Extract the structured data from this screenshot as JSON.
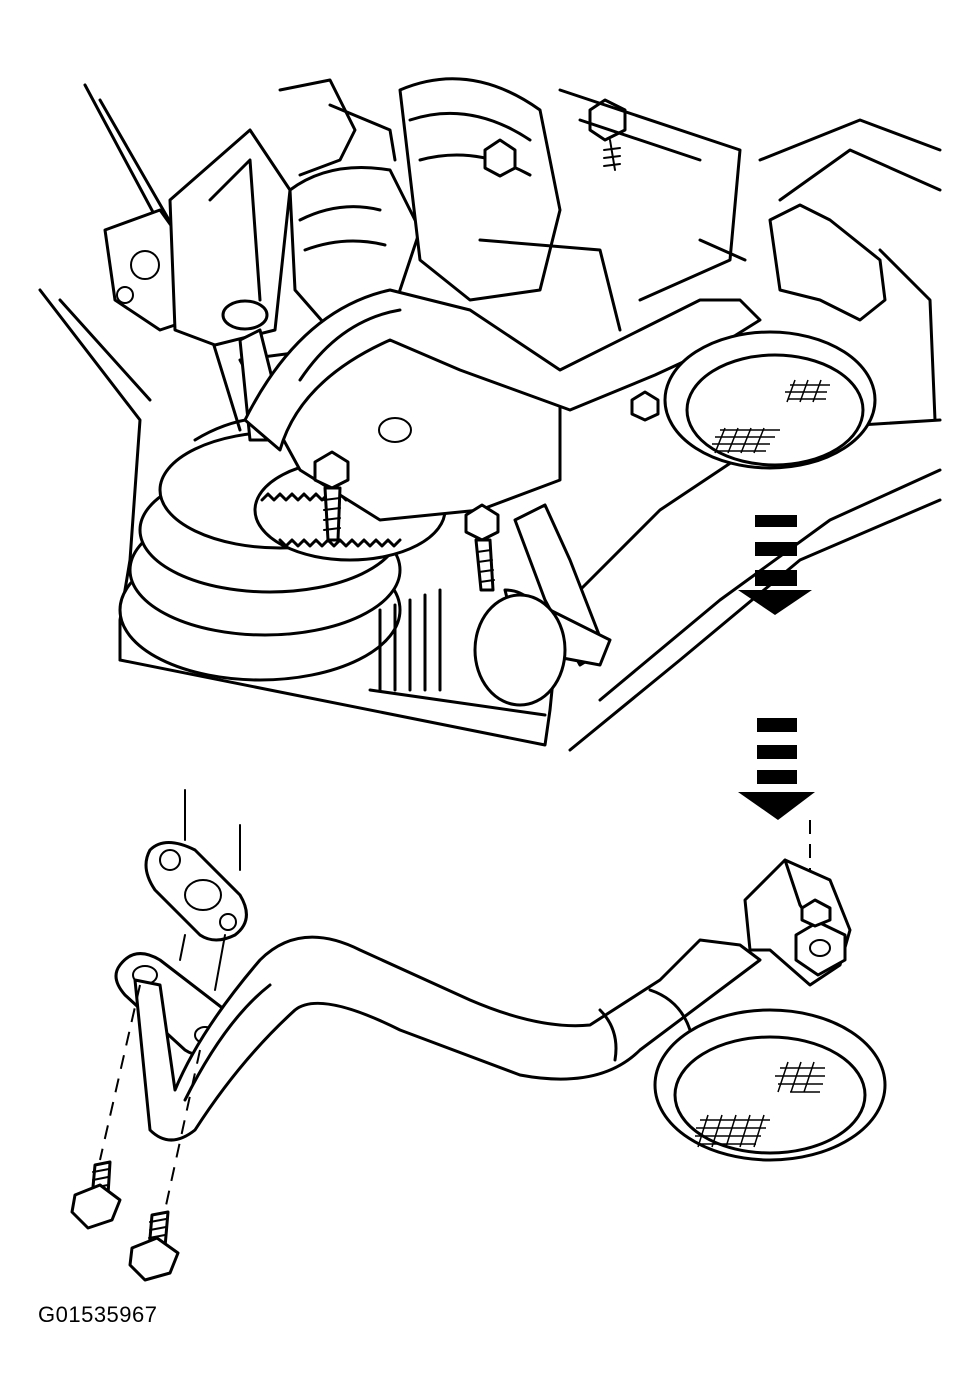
{
  "figure": {
    "id_label": "G01535967",
    "line_color": "#000000",
    "background": "#ffffff",
    "parts": {
      "upper_view": "engine-underside-with-oil-pickup-installed",
      "lower_view": "oil-pump-pickup-tube-removed",
      "arrows": [
        "down-arrow-icon",
        "down-arrow-icon"
      ],
      "fasteners": [
        "bolt-icon",
        "bolt-icon",
        "nut-icon"
      ]
    }
  }
}
